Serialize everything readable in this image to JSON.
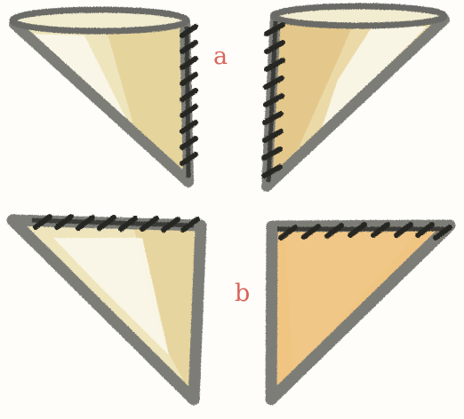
{
  "labels": {
    "a": "a",
    "b": "b"
  },
  "colors": {
    "label": "#d9645a",
    "outline": "#7c7d77",
    "outline_dark": "#3e403c",
    "hatch": "#262724",
    "fill_pale": "#ece2b2",
    "fill_mid": "#e4cf93",
    "fill_warm": "#ecc27c",
    "highlight": "#fbf8ec",
    "paper": "#fefdfa"
  },
  "figures": [
    {
      "group": "a",
      "shape": "cone",
      "hatched_edge": "right",
      "fill": "pale"
    },
    {
      "group": "a",
      "shape": "cone",
      "hatched_edge": "left",
      "fill": "mid"
    },
    {
      "group": "b",
      "shape": "triangle",
      "hatched_edge": "top",
      "fill": "pale"
    },
    {
      "group": "b",
      "shape": "triangle",
      "hatched_edge": "top",
      "fill": "warm"
    }
  ]
}
